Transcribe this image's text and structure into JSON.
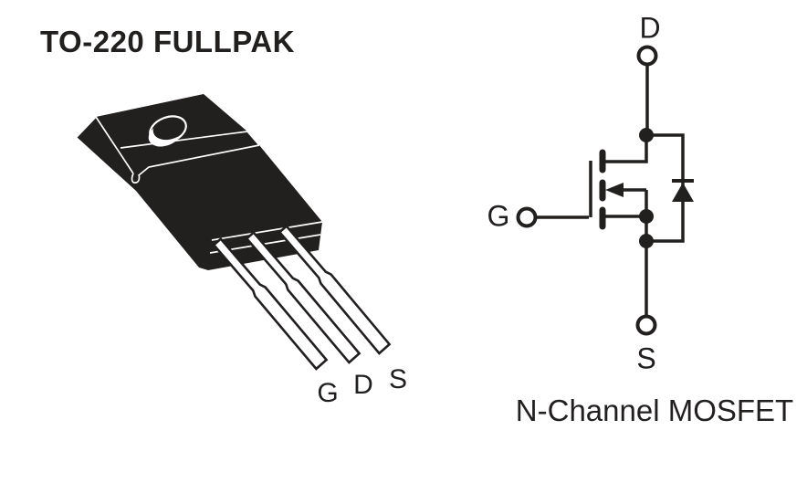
{
  "colors": {
    "ink": "#221f1f",
    "paper": "#ffffff"
  },
  "package_figure": {
    "title": "TO-220 FULLPAK",
    "pins": {
      "gate": "G",
      "drain": "D",
      "source": "S"
    }
  },
  "schematic_figure": {
    "caption": "N-Channel MOSFET",
    "terminals": {
      "drain": "D",
      "gate": "G",
      "source": "S"
    }
  }
}
